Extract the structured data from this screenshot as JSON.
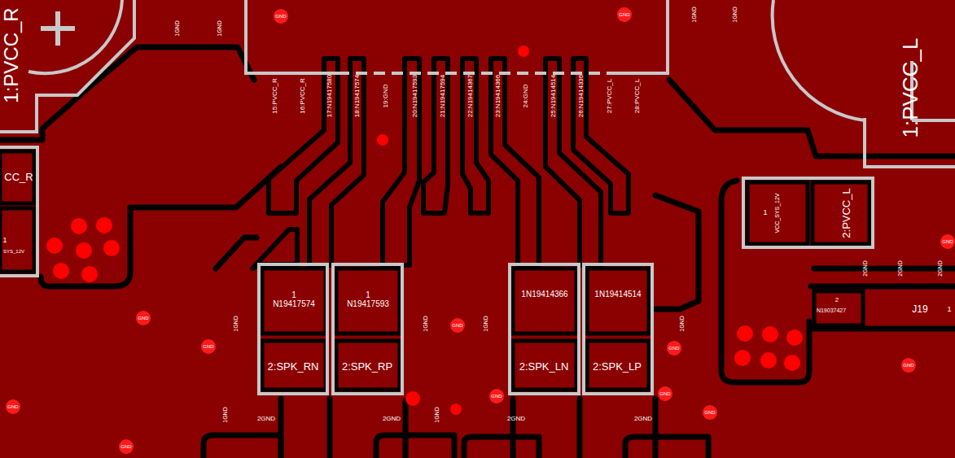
{
  "diagram": {
    "nodes": [
      {
        "text": [
          "1 N19417574",
          "2:SPK_RN"
        ]
      },
      {
        "text": [
          "1 N19417593",
          "2:SPK_RP"
        ]
      },
      {
        "text": [
          "1N19414366",
          "2:SPK_LN"
        ]
      },
      {
        "text": [
          "1N19414514",
          "2:SPK_LP"
        ]
      },
      {
        "text": [
          "1",
          "VCC_SYS_12V",
          "2:PVCC_L"
        ]
      },
      {
        "text": [
          "CC_R",
          "1",
          "SYS_12V"
        ]
      }
    ],
    "labels": [
      "15:PVCC_R",
      "16:PVCC_R",
      "17:N19417580",
      "18:N19417574",
      "19:GND",
      "20:N19417593",
      "21:N19417594",
      "22:N19414367",
      "23:N19414366",
      "24:GND",
      "25:N19414514",
      "26:N19414336",
      "27:PVCC_L",
      "28:PVCC_L",
      "1:PVCC_R",
      "1:PVCC_L",
      "GND",
      "GND",
      "GND",
      "GND",
      "GND",
      "GND",
      "GND",
      "GND",
      "GND",
      "GND",
      "GND",
      "GND",
      "GND",
      "1GND",
      "1GND",
      "1GND",
      "1GND",
      "1GND",
      "1GND",
      "1GND",
      "1GND",
      "1GND",
      "1GND",
      "2GND",
      "2GND",
      "2GND",
      "2GND",
      "2GND",
      "2GND",
      "2GND",
      "2",
      "N19037427",
      "J19",
      "1"
    ]
  }
}
